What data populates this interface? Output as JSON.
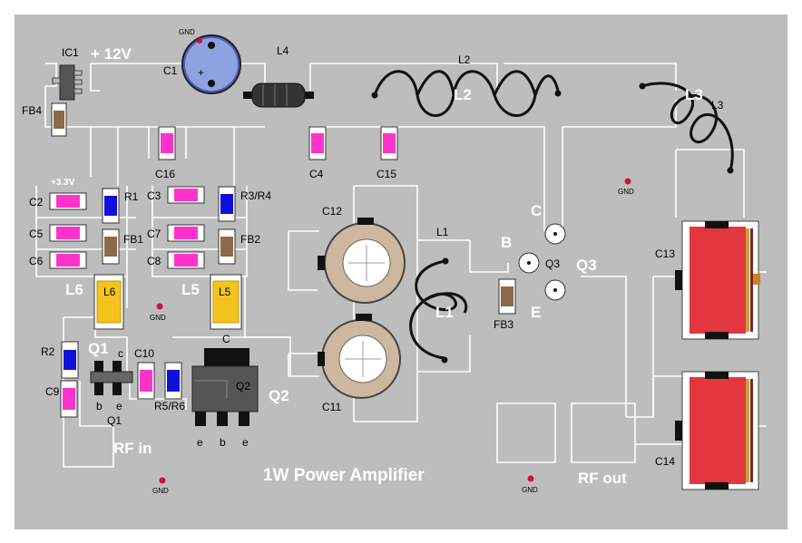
{
  "title": "1W Power Amplifier",
  "supply": "+ 12V",
  "rail33": "+3.3V",
  "rf_in": "RF in",
  "rf_out": "RF out",
  "gnd": "GND",
  "colors": {
    "board": "#bdbdbd",
    "trace": "#ffffff",
    "cap_pink": "#ff33cc",
    "resistor_blue": "#1010dd",
    "ferrite_brown": "#8a6a4a",
    "inductor_yellow": "#f3c31e",
    "trimmer_red": "#e2373f",
    "electrolytic": "#4a5fb5",
    "trimmer_cap": "#cdb79e"
  },
  "labels": {
    "ic1": "IC1",
    "fb4": "FB4",
    "c1": "C1",
    "l4": "L4",
    "l2": "L2",
    "l2b": "L2",
    "l3": "L3",
    "l3b": "L3",
    "c16": "C16",
    "c4": "C4",
    "c15": "C15",
    "c2": "C2",
    "r1": "R1",
    "c5": "C5",
    "fb1": "FB1",
    "c6": "C6",
    "c3": "C3",
    "r3r4": "R3/R4",
    "c7": "C7",
    "fb2": "FB2",
    "c8": "C8",
    "c12": "C12",
    "l1": "L1",
    "l1b": "L1",
    "b_q3": "B",
    "c_q3": "C",
    "e_q3": "E",
    "q3": "Q3",
    "q3b": "Q3",
    "fb3": "FB3",
    "c13": "C13",
    "c14": "C14",
    "l6": "L6",
    "l6b": "L6",
    "l5": "L5",
    "l5b": "L5",
    "r2": "R2",
    "q1": "Q1",
    "q1b": "Q1",
    "c_q1": "c",
    "c10": "C10",
    "c_q2": "C",
    "c9": "C9",
    "b_q1": "b",
    "e_q1": "e",
    "r5r6": "R5/R6",
    "q2": "Q2",
    "q2b": "Q2",
    "c11": "C11",
    "e1_q2": "e",
    "b_q2": "b",
    "e2_q2": "e",
    "plus": "+"
  }
}
